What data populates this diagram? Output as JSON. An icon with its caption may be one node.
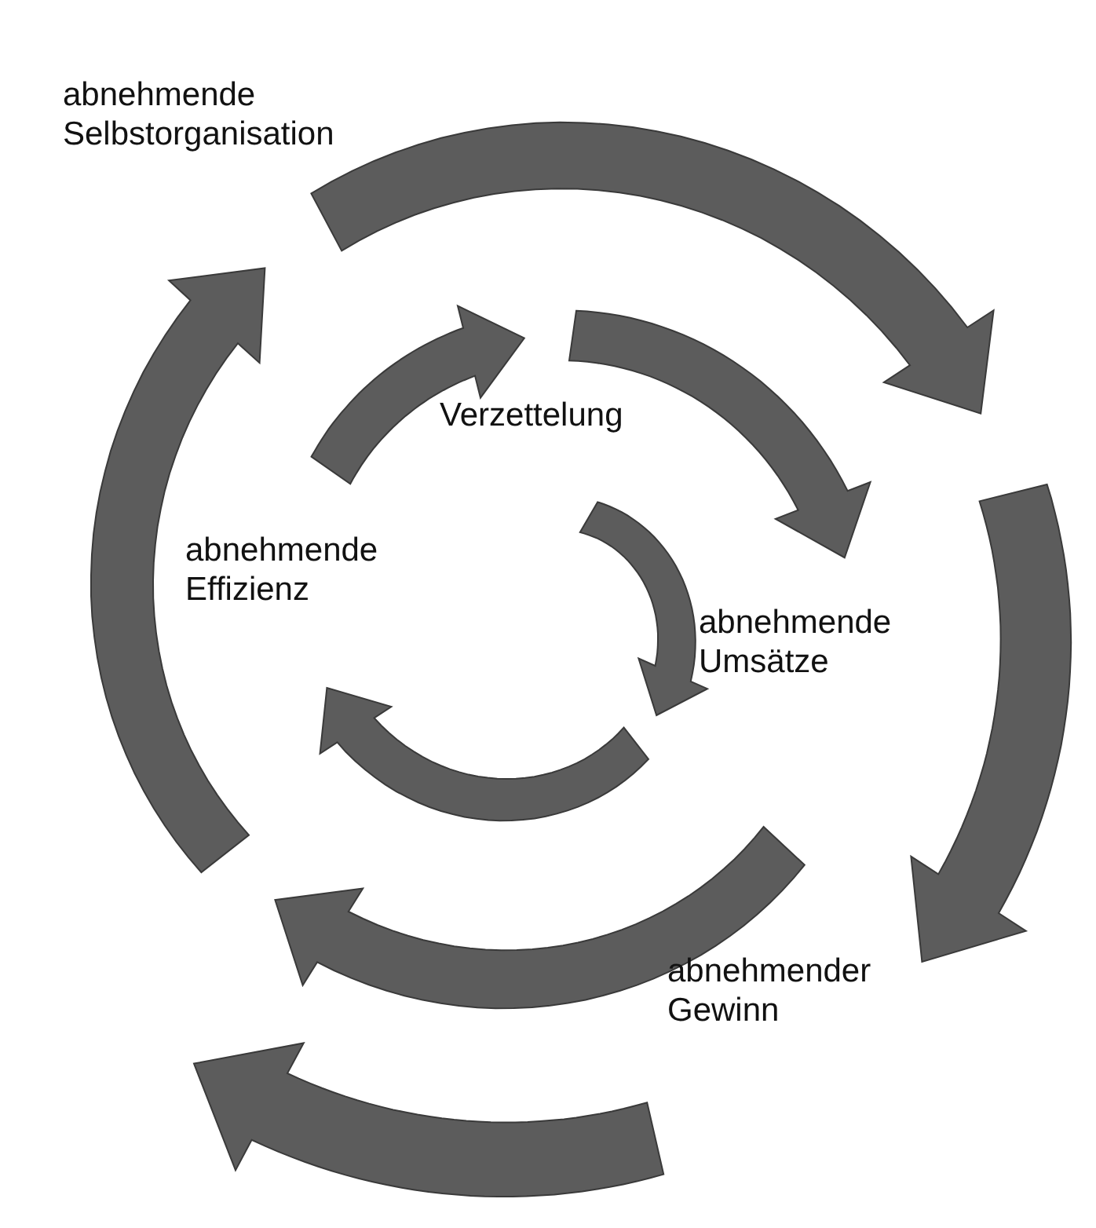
{
  "diagram": {
    "labels": [
      "abnehmende Selbstorganisation",
      "Verzettelung",
      "abnehmende Effizienz",
      "abnehmende Umsätze",
      "abnehmender Gewinn"
    ]
  }
}
